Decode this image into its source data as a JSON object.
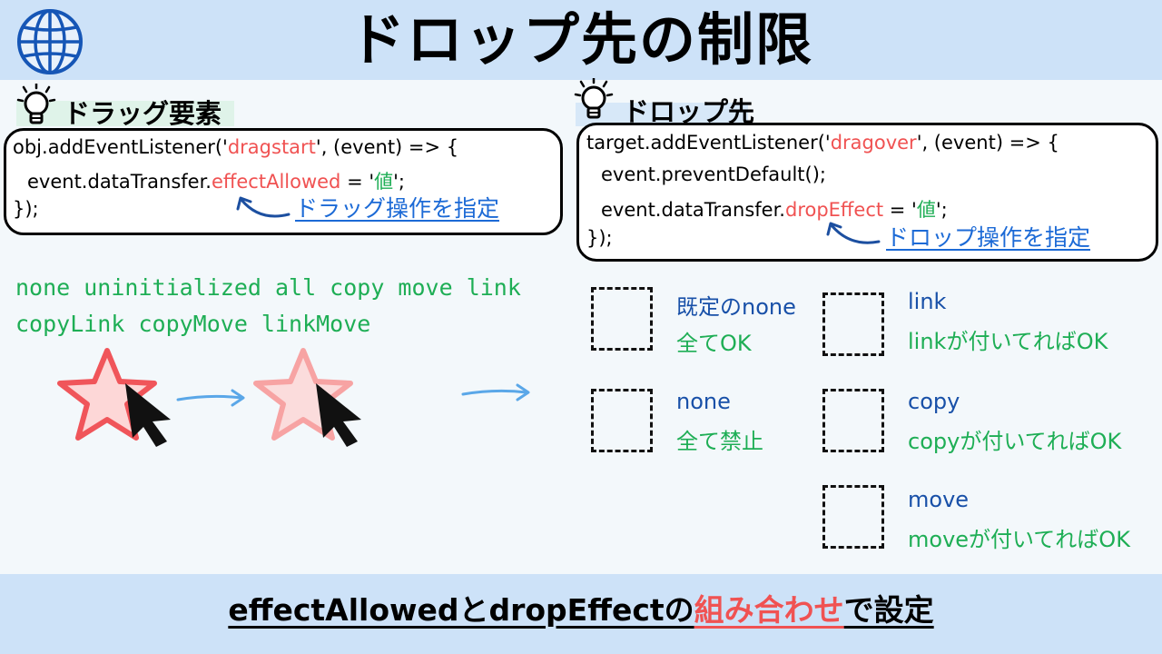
{
  "header": {
    "title": "ドロップ先の制限",
    "icon": "globe-icon"
  },
  "left": {
    "heading": "ドラッグ要素",
    "icon": "lightbulb-icon",
    "code": {
      "line1_a": "obj.addEventListener('",
      "line1_event": "dragstart",
      "line1_b": "', (event) => {",
      "line2_a": "event.dataTransfer.",
      "line2_prop": "effectAllowed",
      "line2_b": " = '",
      "line2_val": "値",
      "line2_c": "';",
      "line3": "});"
    },
    "note": "ドラッグ操作を指定",
    "values_line1": "none uninitialized all copy move link",
    "values_line2": "copyLink copyMove linkMove"
  },
  "right": {
    "heading": "ドロップ先",
    "icon": "lightbulb-icon",
    "code": {
      "line1_a": "target.addEventListener('",
      "line1_event": "dragover",
      "line1_b": "', (event) => {",
      "line2": "event.preventDefault();",
      "line3_a": "event.dataTransfer.",
      "line3_prop": "dropEffect",
      "line3_b": " = '",
      "line3_val": "値",
      "line3_c": "';",
      "line4": "});"
    },
    "note": "ドロップ操作を指定",
    "targets": [
      {
        "name": "既定のnone",
        "desc": "全てOK"
      },
      {
        "name": "none",
        "desc": "全て禁止"
      },
      {
        "name": "link",
        "desc": "linkが付いてればOK"
      },
      {
        "name": "copy",
        "desc": "copyが付いてればOK"
      },
      {
        "name": "move",
        "desc": "moveが付いてればOK"
      }
    ]
  },
  "footer": {
    "part1": "effectAllowedとdropEffectの",
    "highlight": "組み合わせ",
    "part2": "で設定"
  },
  "colors": {
    "accent_red": "#f05252",
    "accent_green": "#1eae55",
    "accent_blue": "#1c6ad6",
    "band": "#cde2f8"
  }
}
